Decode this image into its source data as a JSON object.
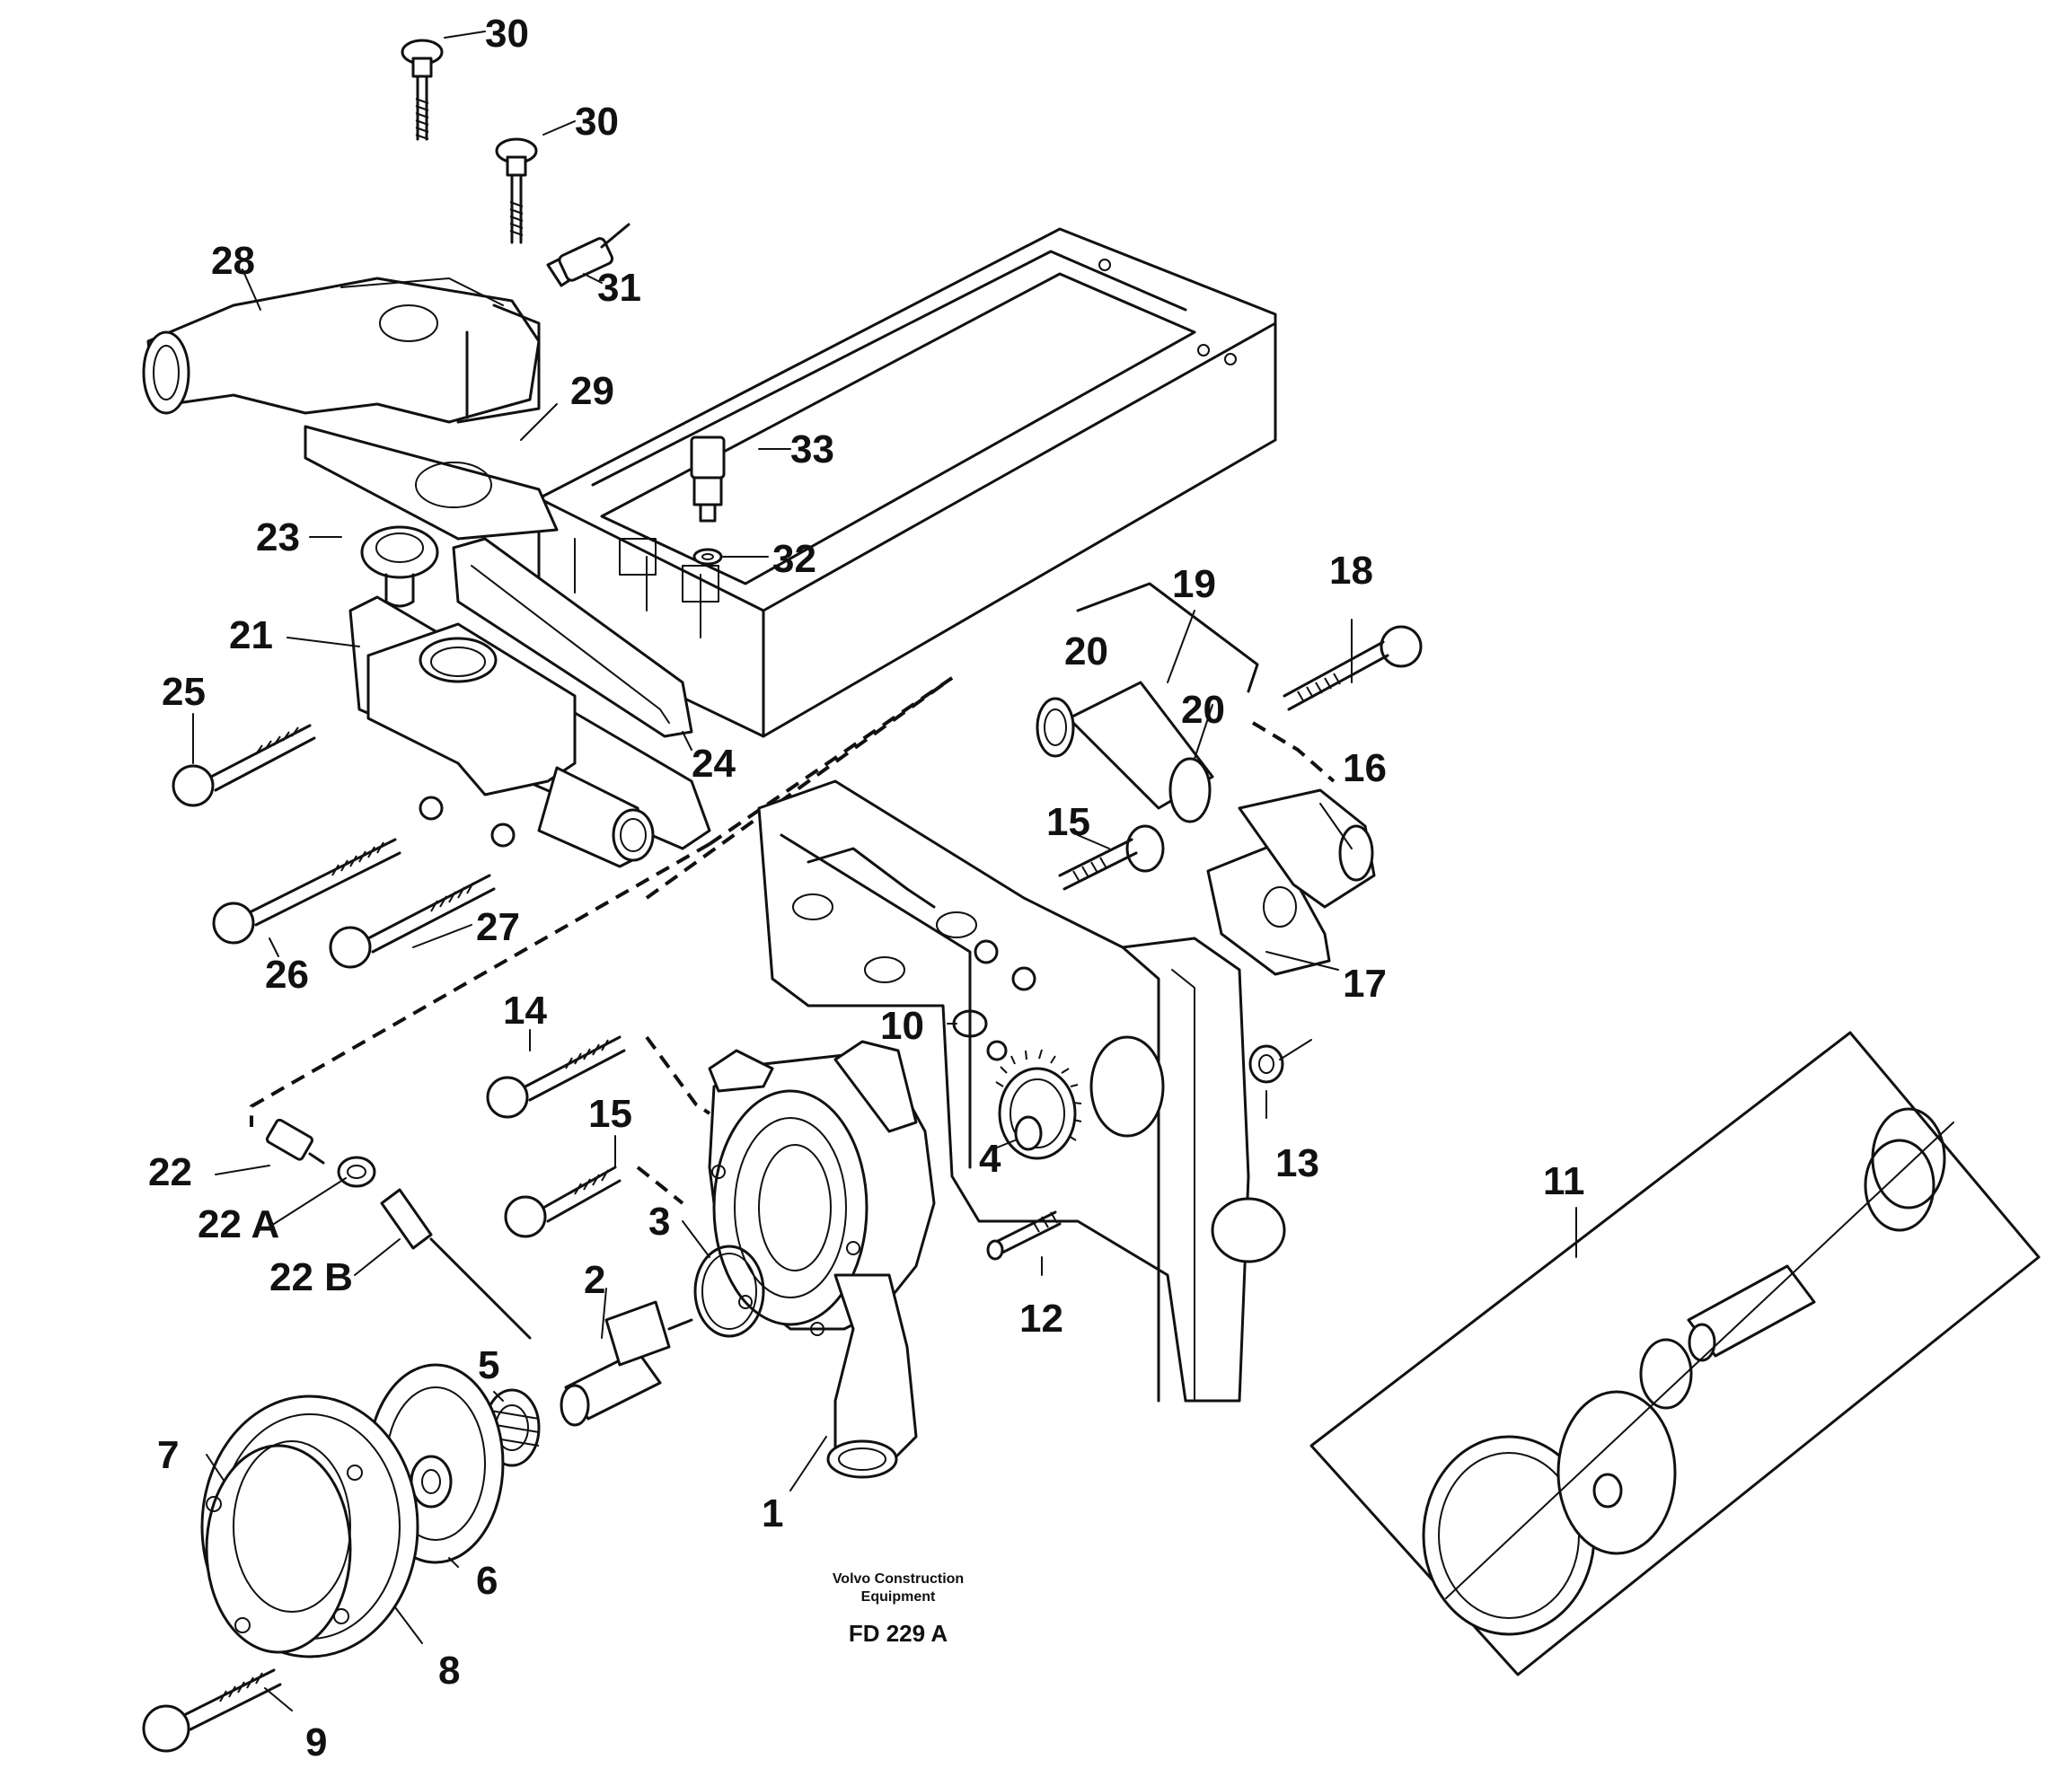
{
  "diagram": {
    "part_numbers": {
      "p1": "1",
      "p2": "2",
      "p3": "3",
      "p4": "4",
      "p5": "5",
      "p6": "6",
      "p7": "7",
      "p8": "8",
      "p9": "9",
      "p10": "10",
      "p11": "11",
      "p12": "12",
      "p13": "13",
      "p14": "14",
      "p15a": "15",
      "p15b": "15",
      "p16": "16",
      "p17": "17",
      "p18": "18",
      "p19": "19",
      "p20a": "20",
      "p20b": "20",
      "p21": "21",
      "p22": "22",
      "p22a": "22 A",
      "p22b": "22 B",
      "p23": "23",
      "p24": "24",
      "p25": "25",
      "p26": "26",
      "p27": "27",
      "p28": "28",
      "p29": "29",
      "p30a": "30",
      "p30b": "30",
      "p31": "31",
      "p32": "32",
      "p33": "33"
    },
    "credit_line1": "Volvo Construction",
    "credit_line2": "Equipment",
    "figure_code": "FD 229 A"
  }
}
